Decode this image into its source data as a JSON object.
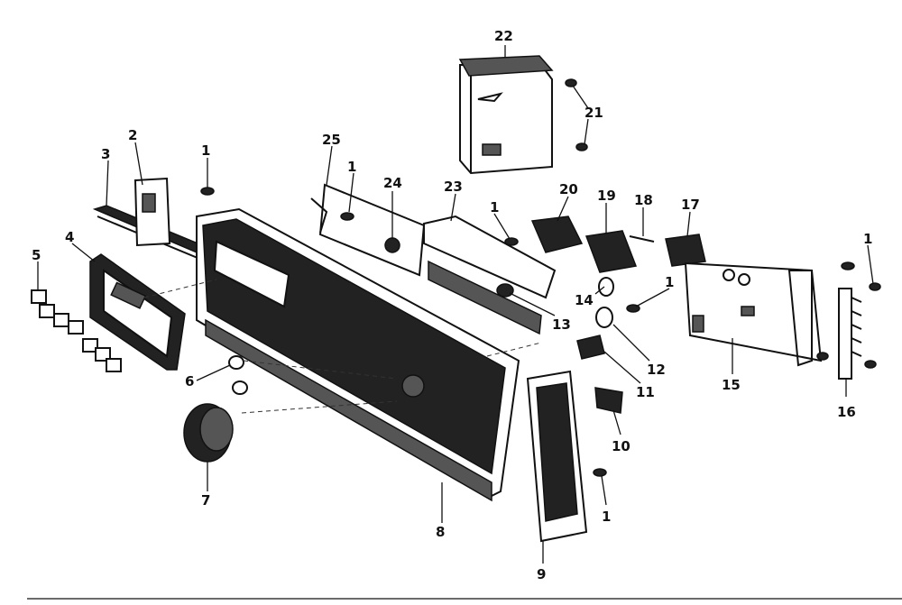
{
  "callouts": [
    {
      "id": "c1a",
      "text": "1"
    },
    {
      "id": "c1b",
      "text": "1"
    },
    {
      "id": "c1c",
      "text": "1"
    },
    {
      "id": "c1d",
      "text": "1"
    },
    {
      "id": "c1e",
      "text": "1"
    },
    {
      "id": "c1f",
      "text": "1"
    },
    {
      "id": "c2",
      "text": "2"
    },
    {
      "id": "c3",
      "text": "3"
    },
    {
      "id": "c4",
      "text": "4"
    },
    {
      "id": "c5",
      "text": "5"
    },
    {
      "id": "c6",
      "text": "6"
    },
    {
      "id": "c7",
      "text": "7"
    },
    {
      "id": "c8",
      "text": "8"
    },
    {
      "id": "c9",
      "text": "9"
    },
    {
      "id": "c10",
      "text": "10"
    },
    {
      "id": "c11",
      "text": "11"
    },
    {
      "id": "c12",
      "text": "12"
    },
    {
      "id": "c13",
      "text": "13"
    },
    {
      "id": "c14",
      "text": "14"
    },
    {
      "id": "c15",
      "text": "15"
    },
    {
      "id": "c16",
      "text": "16"
    },
    {
      "id": "c17",
      "text": "17"
    },
    {
      "id": "c18",
      "text": "18"
    },
    {
      "id": "c19",
      "text": "19"
    },
    {
      "id": "c20",
      "text": "20"
    },
    {
      "id": "c21",
      "text": "21"
    },
    {
      "id": "c22",
      "text": "22"
    },
    {
      "id": "c23",
      "text": "23"
    },
    {
      "id": "c24",
      "text": "24"
    },
    {
      "id": "c25",
      "text": "25"
    }
  ]
}
